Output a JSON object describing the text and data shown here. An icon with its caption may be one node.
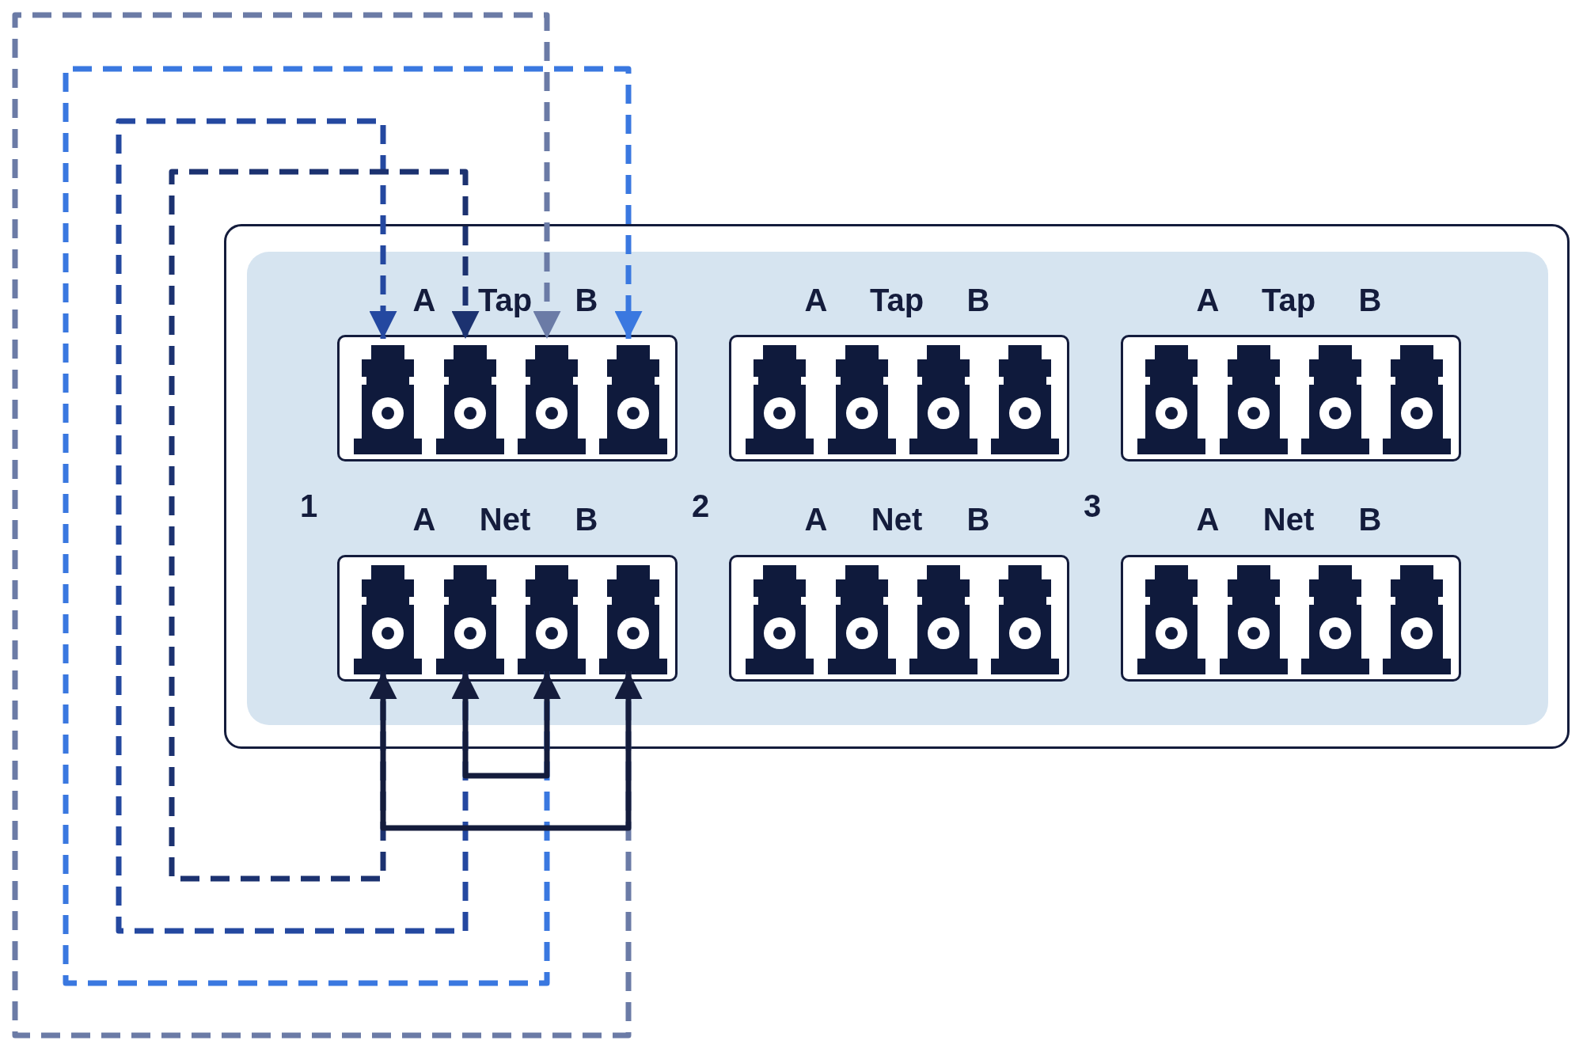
{
  "diagram": {
    "nodes": [
      {
        "text": [],
        "shape": "box"
      },
      {
        "text": [],
        "shape": "box",
        "in": 0
      },
      {
        "text": [],
        "shape": "port",
        "in": 1
      },
      {
        "text": [],
        "shape": "port",
        "in": 1
      },
      {
        "text": [],
        "shape": "port",
        "in": 1
      },
      {
        "text": [],
        "shape": "port",
        "in": 1
      },
      {
        "text": [],
        "shape": "box",
        "in": 0
      },
      {
        "text": [],
        "shape": "port",
        "in": 6
      },
      {
        "text": [],
        "shape": "port",
        "in": 6
      },
      {
        "text": [],
        "shape": "port",
        "in": 6
      },
      {
        "text": [],
        "shape": "port",
        "in": 6
      },
      {
        "text": [],
        "shape": "box",
        "in": 0
      },
      {
        "text": [],
        "shape": "port",
        "in": 11
      },
      {
        "text": [],
        "shape": "port",
        "in": 11
      },
      {
        "text": [],
        "shape": "port",
        "in": 11
      },
      {
        "text": [],
        "shape": "port",
        "in": 11
      },
      {
        "text": [],
        "shape": "box",
        "in": 0
      },
      {
        "text": [],
        "shape": "port",
        "in": 16
      },
      {
        "text": [],
        "shape": "port",
        "in": 16
      },
      {
        "text": [],
        "shape": "port",
        "in": 16
      },
      {
        "text": [],
        "shape": "port",
        "in": 16
      },
      {
        "text": [],
        "shape": "box",
        "in": 0
      },
      {
        "text": [],
        "shape": "port",
        "in": 21
      },
      {
        "text": [],
        "shape": "port",
        "in": 21
      },
      {
        "text": [],
        "shape": "port",
        "in": 21
      },
      {
        "text": [],
        "shape": "port",
        "in": 21
      },
      {
        "text": [],
        "shape": "box",
        "in": 0
      },
      {
        "text": [],
        "shape": "port",
        "in": 26
      },
      {
        "text": [],
        "shape": "port",
        "in": 26
      },
      {
        "text": [],
        "shape": "port",
        "in": 26
      },
      {
        "text": [],
        "shape": "port",
        "in": 26
      }
    ],
    "edges": [
      {
        "from": 17,
        "to": 20,
        "arrow": "both",
        "color": "#141c3c"
      },
      {
        "from": 18,
        "to": 19,
        "arrow": "both",
        "color": "#141c3c"
      },
      {
        "from": 17,
        "to": 3,
        "arrow": "to",
        "style": "dashed",
        "color": "#1c3270"
      },
      {
        "from": 18,
        "to": 2,
        "arrow": "to",
        "style": "dashed",
        "color": "#2448a0"
      },
      {
        "from": 19,
        "to": 5,
        "arrow": "to",
        "style": "dashed",
        "color": "#3a78e0"
      },
      {
        "from": 20,
        "to": 4,
        "arrow": "to",
        "style": "dashed",
        "color": "#6b7ba6"
      }
    ],
    "labels": [
      "A",
      "Tap",
      "B",
      "A",
      "Tap",
      "B",
      "A",
      "Tap",
      "B",
      "1",
      "A",
      "Net",
      "B",
      "2",
      "A",
      "Net",
      "B",
      "3",
      "A",
      "Net",
      "B"
    ]
  }
}
